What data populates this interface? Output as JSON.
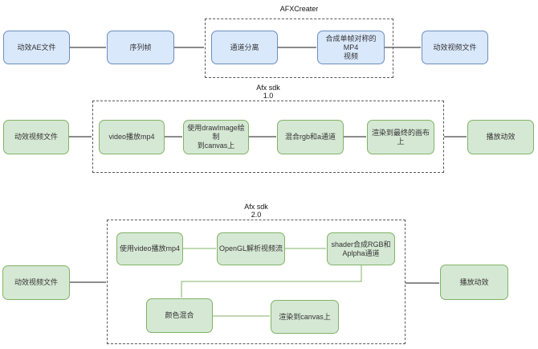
{
  "colors": {
    "blue_fill": "#dae8fc",
    "blue_border": "#6c8ebf",
    "green_fill": "#d5e8d4",
    "green_border": "#82b366",
    "edge_black": "#1a1a1a",
    "edge_green": "#82b366",
    "dashed_border": "#595959"
  },
  "row1": {
    "title": "AFXCreater",
    "nodes": {
      "ae_file": {
        "label": "动效AE文件"
      },
      "sequence_frames": {
        "label": "序列帧"
      },
      "channel_split": {
        "label": "通道分离"
      },
      "compose_mp4": {
        "label": "合成单帧对称的MP4\n视频"
      },
      "video_file": {
        "label": "动效视频文件"
      }
    }
  },
  "row2": {
    "title_line1": "Afx sdk",
    "title_line2": "1.0",
    "nodes": {
      "video_file": {
        "label": "动效视频文件"
      },
      "video_play": {
        "label": "video播放mp4"
      },
      "draw_image": {
        "label": "使用drawImage绘制\n到canvas上"
      },
      "mix_rgb_a": {
        "label": "混合rgb和a通道"
      },
      "render_final": {
        "label": "渲染到最终的画布上"
      },
      "play": {
        "label": "播放动效"
      }
    }
  },
  "row3": {
    "title_line1": "Afx sdk",
    "title_line2": "2.0",
    "nodes": {
      "video_file": {
        "label": "动效视频文件"
      },
      "video_play": {
        "label": "使用video播放mp4"
      },
      "opengl_parse": {
        "label": "OpenGL解析视频流"
      },
      "shader_compose": {
        "label": "shader合成RGB和\nAplpha通道"
      },
      "color_mix": {
        "label": "颜色混合"
      },
      "render_canvas": {
        "label": "渲染到canvas上"
      },
      "play": {
        "label": "播放动效"
      }
    }
  }
}
